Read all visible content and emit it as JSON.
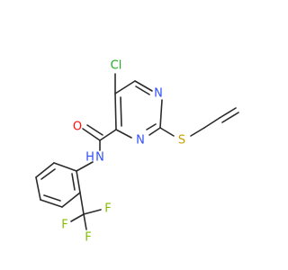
{
  "colors": {
    "bond": "#2b2b2b",
    "carbon": "#2b2b2b",
    "nitrogen": "#3050f8",
    "oxygen": "#ff0d0d",
    "sulfur": "#c8a000",
    "chlorine": "#1fb01f",
    "fluorine": "#7fbf00"
  },
  "atom_labels": {
    "chlorine": "Cl",
    "ring_nitrogen_top": "N",
    "ring_nitrogen_bottom": "N",
    "sulfur": "S",
    "carbonyl_oxygen": "O",
    "amide_nitrogen": "N",
    "amide_hydrogen": "H",
    "fluorine_left": "F",
    "fluorine_right": "F",
    "fluorine_bottom": "F"
  }
}
